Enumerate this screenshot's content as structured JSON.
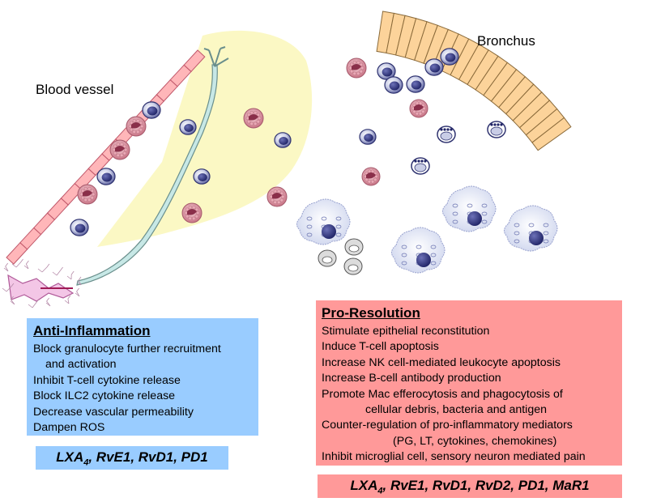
{
  "labels": {
    "blood_vessel": "Blood vessel",
    "bronchus": "Bronchus"
  },
  "anti_inflammation": {
    "title": "Anti-Inflammation",
    "items": [
      [
        "Block granulocyte further recruitment",
        "and activation"
      ],
      [
        "Inhibit T-cell cytokine release"
      ],
      [
        "Block ILC2 cytokine release"
      ],
      [
        "Decrease vascular permeability"
      ],
      [
        "Dampen ROS"
      ]
    ],
    "mediators": {
      "lxa_base": "LXA",
      "lxa_sub": "4",
      "rest": ", RvE1, RvD1, PD1"
    }
  },
  "pro_resolution": {
    "title": "Pro-Resolution",
    "items": [
      [
        "Stimulate epithelial reconstitution"
      ],
      [
        "Induce T-cell apoptosis"
      ],
      [
        "Increase NK cell-mediated leukocyte apoptosis"
      ],
      [
        "Increase B-cell antibody production"
      ],
      [
        "Promote Mac efferocytosis and phagocytosis of",
        "cellular debris, bacteria and antigen"
      ],
      [
        "Counter-regulation of pro-inflammatory mediators",
        "(PG, LT, cytokines, chemokines)"
      ],
      [
        "Inhibit microglial cell, sensory neuron mediated pain"
      ]
    ],
    "mediators": {
      "lxa_base": "LXA",
      "lxa_sub": "4",
      "rest": ", RvE1, RvD1, RvD2, PD1, MaR1"
    }
  },
  "colors": {
    "anti_box": "#99ccff",
    "pro_box": "#ff9999",
    "tissue": "#fbf8c4",
    "vessel_wall": "#ffb6b9",
    "bronchus_wall": "#fcd39a",
    "lymphocyte_nucleus": "#3a3f8a",
    "granulocyte": "#d98a99",
    "macrophage": "#e6eaf6",
    "nerve": "#c7e8e6"
  }
}
